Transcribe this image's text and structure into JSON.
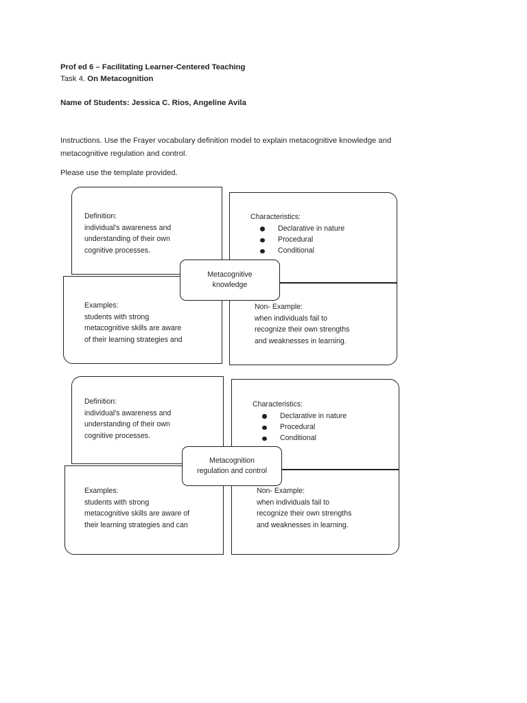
{
  "document": {
    "course_line": "Prof ed 6 – Facilitating Learner-Centered Teaching",
    "task_label": "Task 4.",
    "task_title": "On Metacognition",
    "students_line": "Name of Students: Jessica C. Rios, Angeline Avila",
    "instructions": "Instructions. Use the Frayer vocabulary definition model to explain metacognitive knowledge and metacognitive regulation and control.",
    "template_note": "Please use the template provided."
  },
  "diagrams": [
    {
      "center_label_line1": "Metacognitive",
      "center_label_line2": "knowledge",
      "definition": {
        "heading": "Definition:",
        "body_line1": "individual's awareness and",
        "body_line2": "understanding of their own",
        "body_line3": "cognitive processes."
      },
      "characteristics": {
        "heading": "Characteristics:",
        "items": [
          "Declarative in nature",
          "Procedural",
          "Conditional"
        ]
      },
      "examples": {
        "heading": "Examples:",
        "body_line1": "students with strong",
        "body_line2": "metacognitive skills are aware",
        "body_line3": "of their learning strategies and"
      },
      "non_example": {
        "heading": "Non- Example:",
        "body_line1": "when individuals fail to",
        "body_line2": "recognize their own strengths",
        "body_line3": "and weaknesses in learning."
      }
    },
    {
      "center_label_line1": "Metacognition",
      "center_label_line2": "regulation and control",
      "definition": {
        "heading": "Definition:",
        "body_line1": "individual's awareness and",
        "body_line2": "understanding of their own",
        "body_line3": "cognitive processes."
      },
      "characteristics": {
        "heading": "Characteristics:",
        "items": [
          "Declarative in nature",
          "Procedural",
          "Conditional"
        ]
      },
      "examples": {
        "heading": "Examples:",
        "body_line1": "students with strong",
        "body_line2": "metacognitive skills are aware of",
        "body_line3": "their learning strategies and can"
      },
      "non_example": {
        "heading": "Non- Example:",
        "body_line1": "when individuals fail to",
        "body_line2": "recognize their own strengths",
        "body_line3": "and weaknesses in learning."
      }
    }
  ],
  "colors": {
    "ink": "#231f20",
    "page": "#ffffff",
    "stroke": "#231f20"
  }
}
